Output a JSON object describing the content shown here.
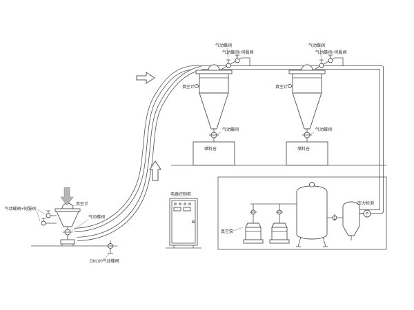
{
  "colors": {
    "line": "#4f4f4f",
    "text": "#333333",
    "arrow_gray": "#b5b5b5"
  },
  "receivers": [
    {
      "valve_top": "气动蝶阀",
      "valve_servo": "气动蝶阀+伺服阀",
      "vacuum_gauge": "真空计",
      "discharge_valve": "气动蝶阀",
      "bin": "储料仓"
    },
    {
      "valve_top": "气动蝶阀",
      "valve_servo": "气动蝶阀+伺服阀",
      "vacuum_gauge": "真空计",
      "discharge_valve": "气动蝶阀",
      "bin": "储料仓"
    }
  ],
  "feeder": {
    "valve_label": "气动蝶阀+伺服阀",
    "vacuum_gauge": "真空计",
    "discharge_valve": "气动蝶阀",
    "inlet_valve": "DN100气动蝶阀"
  },
  "cabinet": {
    "label": "电器控制柜"
  },
  "pump_room": {
    "pump_label": "真空泵",
    "pressure_label": "压力检测",
    "gauge_letter": "P"
  }
}
